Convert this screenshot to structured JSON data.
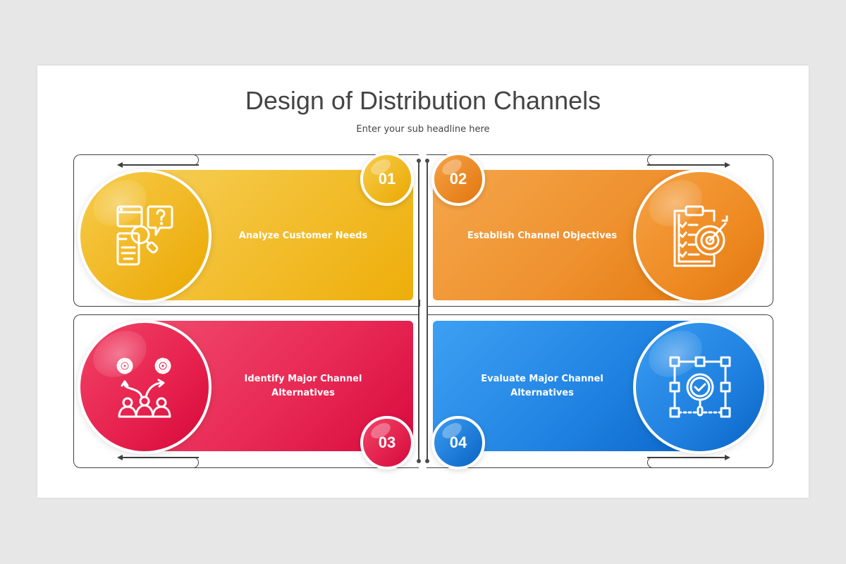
{
  "slide": {
    "title": "Design of Distribution Channels",
    "subtitle": "Enter your sub headline here"
  },
  "steps": [
    {
      "number": "01",
      "label": "Analyze Customer Needs",
      "icon": "customer-research-icon",
      "color": "#f2bc2a"
    },
    {
      "number": "02",
      "label": "Establish Channel Objectives",
      "icon": "clipboard-target-icon",
      "color": "#ef9230"
    },
    {
      "number": "03",
      "label_line1": "Identify Major Channel",
      "label_line2": "Alternatives",
      "icon": "team-options-gears-icon",
      "color": "#e82a55"
    },
    {
      "number": "04",
      "label_line1": "Evaluate Major Channel",
      "label_line2": "Alternatives",
      "icon": "network-evaluation-icon",
      "color": "#2184e3"
    }
  ],
  "colors": {
    "background": "#e8e7e8",
    "slide": "#ffffff",
    "title_text": "#444444",
    "lines": "#3f3f3f"
  }
}
